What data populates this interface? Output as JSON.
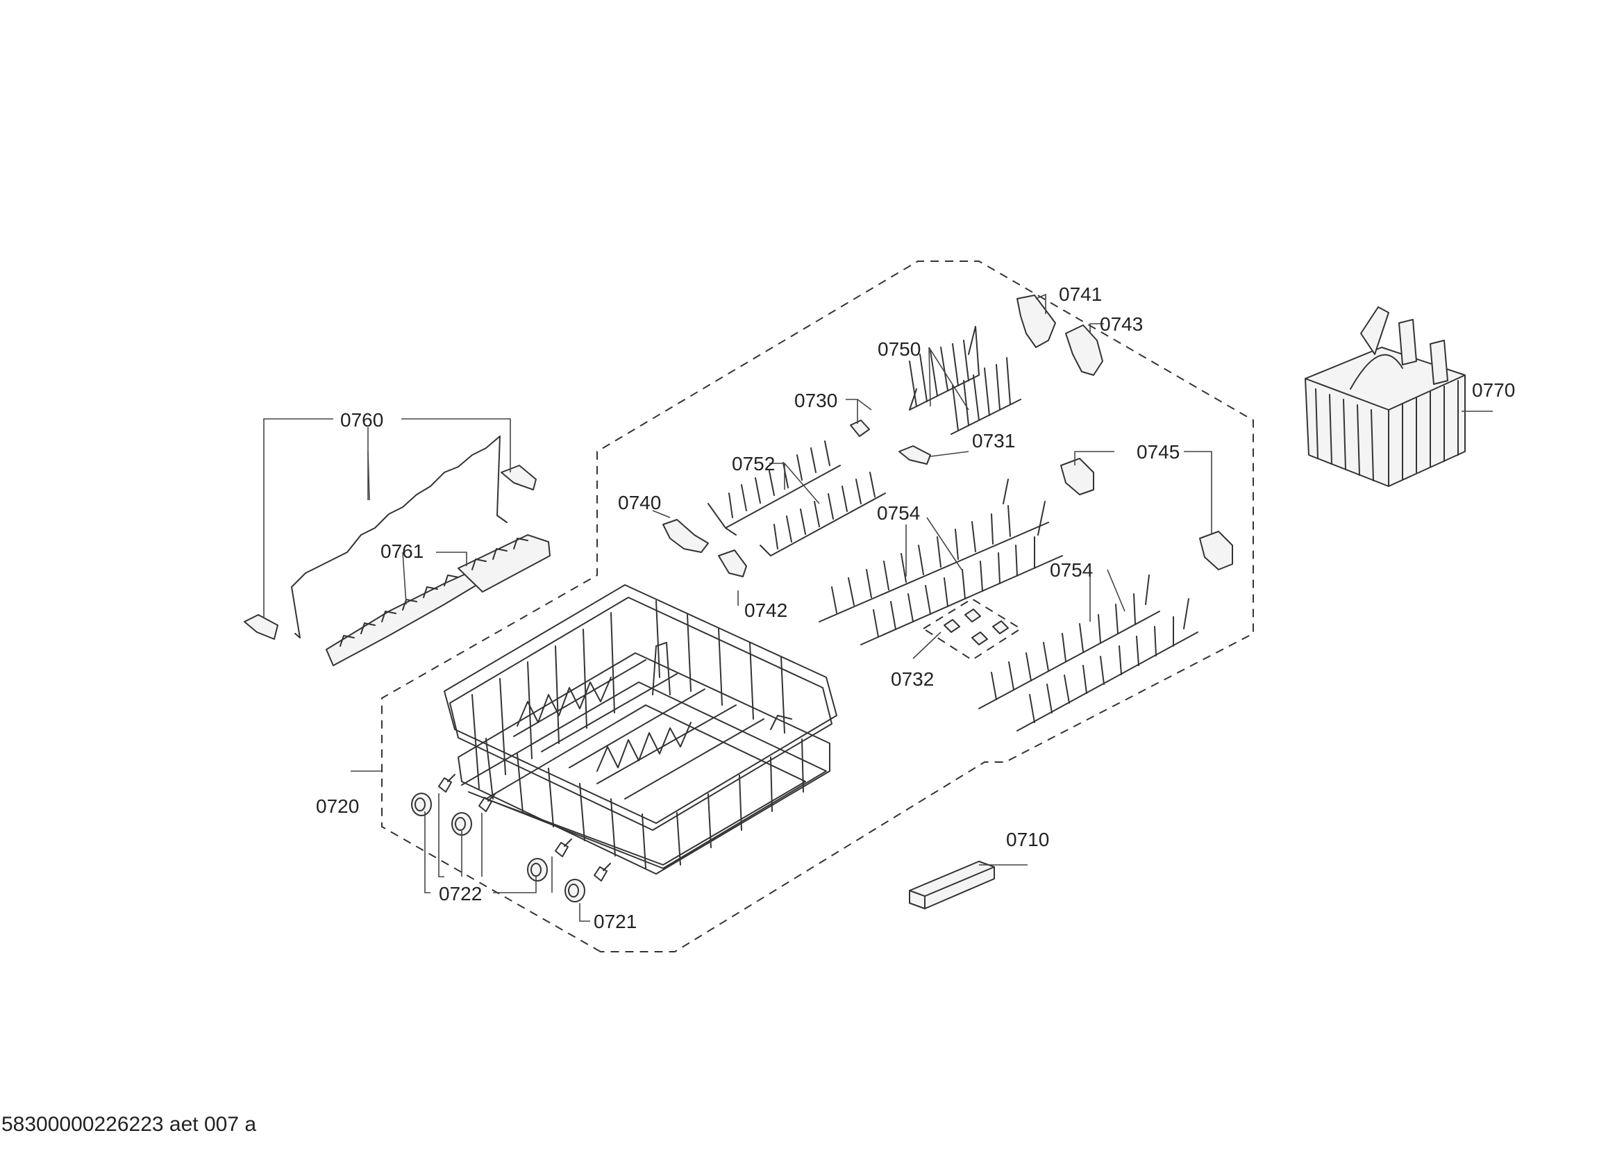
{
  "labels": {
    "p0741": "0741",
    "p0743": "0743",
    "p0750": "0750",
    "p0770": "0770",
    "p0730": "0730",
    "p0752": "0752",
    "p0731": "0731",
    "p0760": "0760",
    "p0745": "0745",
    "p0740": "0740",
    "p0754a": "0754",
    "p0761": "0761",
    "p0754b": "0754",
    "p0742": "0742",
    "p0732": "0732",
    "p0720": "0720",
    "p0710": "0710",
    "p0722": "0722",
    "p0721": "0721"
  },
  "footer": "58300000226223 aet 007 a"
}
